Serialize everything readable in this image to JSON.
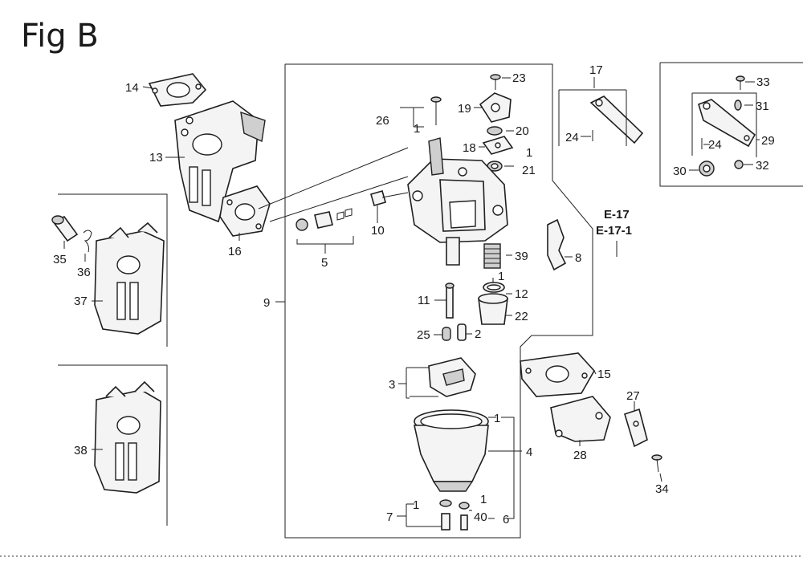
{
  "figure": {
    "title": "Fig B"
  },
  "callouts": {
    "c1a": "1",
    "c1b": "1",
    "c1c": "1",
    "c1d": "1",
    "c1e": "1",
    "c1f": "1",
    "c2": "2",
    "c3": "3",
    "c4": "4",
    "c5": "5",
    "c6": "6",
    "c7": "7",
    "c8": "8",
    "c9": "9",
    "c10": "10",
    "c11": "11",
    "c12": "12",
    "c13": "13",
    "c14": "14",
    "c15": "15",
    "c16": "16",
    "c17": "17",
    "c18": "18",
    "c19": "19",
    "c20": "20",
    "c21": "21",
    "c22": "22",
    "c23": "23",
    "c24a": "24",
    "c24b": "24",
    "c25": "25",
    "c26": "26",
    "c27": "27",
    "c28": "28",
    "c29": "29",
    "c30": "30",
    "c31": "31",
    "c32": "32",
    "c33": "33",
    "c34": "34",
    "c35": "35",
    "c36": "36",
    "c37": "37",
    "c38": "38",
    "c39": "39",
    "c40": "40"
  },
  "references": {
    "ref_a": "E-17",
    "ref_b": "E-17-1"
  }
}
